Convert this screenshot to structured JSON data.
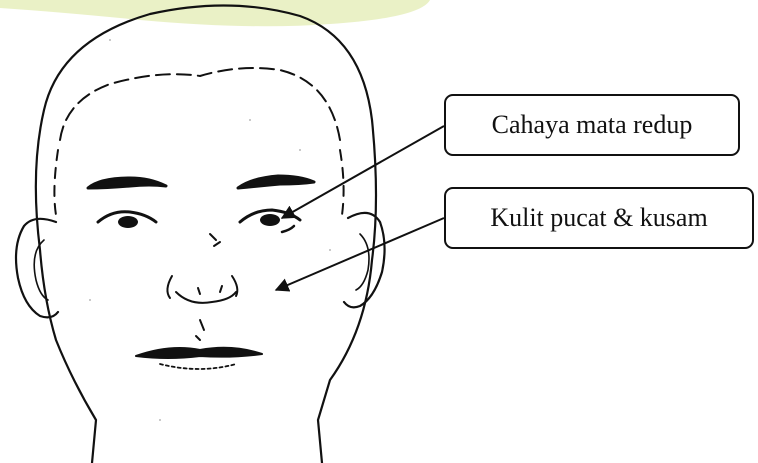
{
  "diagram": {
    "labels": [
      {
        "id": "eyes",
        "text": "Cahaya mata redup"
      },
      {
        "id": "skin",
        "text": "Kulit pucat & kusam"
      }
    ]
  },
  "colors": {
    "ink": "#111111",
    "top_band": "#e8efc0"
  }
}
